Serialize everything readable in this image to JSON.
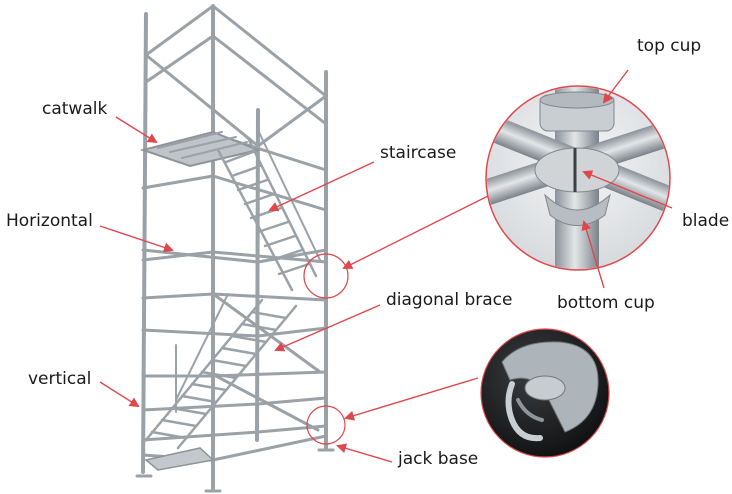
{
  "labels": {
    "catwalk": "catwalk",
    "horizontal": "Horizontal",
    "vertical": "vertical",
    "staircase": "staircase",
    "diagonal_brace": "diagonal brace",
    "jack_base": "jack base",
    "top_cup": "top cup",
    "blade": "blade",
    "bottom_cup": "bottom cup"
  },
  "colors": {
    "arrow": "#e0474c",
    "steel": "#a9b0b6",
    "steel_dark": "#7d858c",
    "text": "#1a1a1a"
  }
}
